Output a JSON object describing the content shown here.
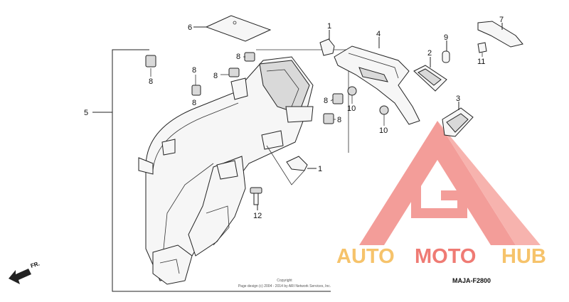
{
  "labels": {
    "l1a": "1",
    "l1b": "1",
    "l2": "2",
    "l3": "3",
    "l4": "4",
    "l5": "5",
    "l6": "6",
    "l7": "7",
    "l8a": "8",
    "l8b": "8",
    "l8c": "8",
    "l8d": "8",
    "l8e": "8",
    "l8f": "8",
    "l8g": "8",
    "l9": "9",
    "l10a": "10",
    "l10b": "10",
    "l11": "11",
    "l12": "12"
  },
  "copyright_line1": "Copyright",
  "copyright_line2": "Page design (c) 2004 - 2014 by ARI Network Services, Inc.",
  "diagram_code": "MAJA-F2800",
  "front_label": "FR.",
  "watermark": {
    "part1": "AUTO",
    "part2": "MOTO",
    "part3": "HUB",
    "color1": "#f6c36b",
    "color2": "#ef7b74",
    "color3": "#f6c36b"
  }
}
